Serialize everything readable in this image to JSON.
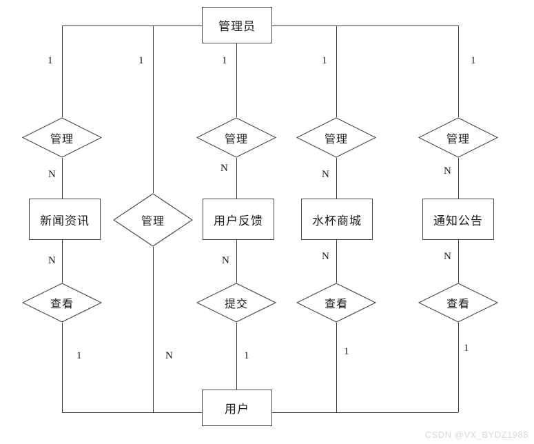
{
  "diagram": {
    "type": "er-diagram",
    "title_entity_top": "管理员",
    "title_entity_bottom": "用户",
    "watermark": "CSDN @VX_BYDZ1988",
    "line_color": "#3a3a3a",
    "text_color": "#1b1b1b",
    "watermark_color": "#d8d8d8"
  },
  "entities": {
    "admin": "管理员",
    "user": "用户",
    "news": "新闻资讯",
    "feedback": "用户反馈",
    "shop": "水杯商城",
    "notice": "通知公告"
  },
  "relationships": {
    "manage_news": "管理",
    "manage_user": "管理",
    "manage_feedback": "管理",
    "manage_shop": "管理",
    "manage_notice": "管理",
    "view_news": "查看",
    "submit_feedback": "提交",
    "view_shop": "查看",
    "view_notice": "查看"
  },
  "cardinalities": {
    "admin_news": "1",
    "admin_user": "1",
    "admin_feedback": "1",
    "admin_shop": "1",
    "admin_notice": "1",
    "news_from_manage": "N",
    "feedback_from_manage": "N",
    "shop_from_manage": "N",
    "notice_from_manage": "N",
    "news_to_view": "N",
    "feedback_to_submit": "N",
    "shop_to_view": "N",
    "notice_to_view": "N",
    "view_news_user": "1",
    "manage_user_user": "N",
    "submit_feedback_user": "1",
    "view_shop_user": "1",
    "view_notice_user": "1"
  }
}
